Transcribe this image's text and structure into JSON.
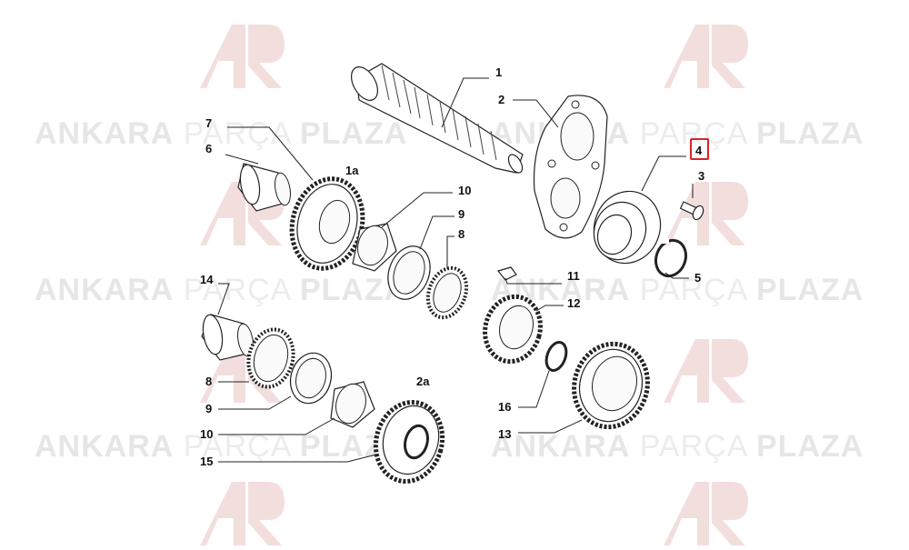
{
  "watermark": {
    "brand_bold_1": "ANKARA",
    "brand_light": "PARÇA",
    "brand_bold_2": "PLAZA",
    "logo_color": "#f3d6d6",
    "text_color": "#e6e6e6"
  },
  "callouts": {
    "c1": "1",
    "c1a": "1a",
    "c2": "2",
    "c2a": "2a",
    "c3": "3",
    "c4": "4",
    "c5": "5",
    "c6": "6",
    "c7": "7",
    "c8a": "8",
    "c8b": "8",
    "c9a": "9",
    "c9b": "9",
    "c10a": "10",
    "c10b": "10",
    "c11": "11",
    "c12": "12",
    "c13": "13",
    "c14": "14",
    "c15": "15",
    "c16": "16"
  },
  "highlight": {
    "callout": "4",
    "color": "#d9252a"
  }
}
